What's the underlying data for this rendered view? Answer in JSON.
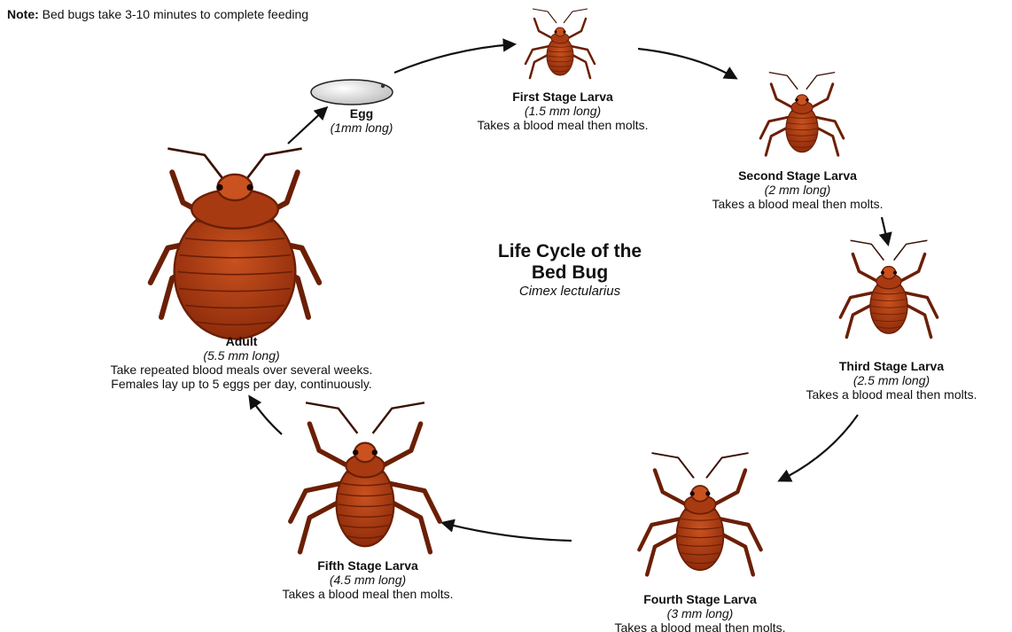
{
  "note": {
    "label": "Note:",
    "text": "Bed bugs take 3-10 minutes to complete feeding"
  },
  "title": {
    "line1": "Life Cycle of the",
    "line2": "Bed Bug",
    "scientific": "Cimex lectularius"
  },
  "stages": [
    {
      "id": "egg",
      "name": "Egg",
      "size": "(1mm long)",
      "desc": []
    },
    {
      "id": "first",
      "name": "First Stage Larva",
      "size": "(1.5 mm long)",
      "desc": [
        "Takes a blood meal then molts."
      ]
    },
    {
      "id": "second",
      "name": "Second Stage Larva",
      "size": "(2 mm long)",
      "desc": [
        "Takes a blood meal then molts."
      ]
    },
    {
      "id": "third",
      "name": "Third Stage Larva",
      "size": "(2.5 mm long)",
      "desc": [
        "Takes a blood meal then molts."
      ]
    },
    {
      "id": "fourth",
      "name": "Fourth Stage Larva",
      "size": "(3 mm long)",
      "desc": [
        "Takes a blood meal then molts."
      ]
    },
    {
      "id": "fifth",
      "name": "Fifth Stage Larva",
      "size": "(4.5 mm long)",
      "desc": [
        "Takes a blood meal then molts."
      ]
    },
    {
      "id": "adult",
      "name": "Adult",
      "size": "(5.5 mm long)",
      "desc": [
        "Take repeated blood meals over several weeks.",
        "Females lay up to 5 eggs per day, continuously."
      ]
    }
  ],
  "colors": {
    "bug_body": "#a83a12",
    "bug_dark": "#6b1f05",
    "bug_light": "#c9521f",
    "egg": "#eeeeee",
    "arrow": "#111111"
  }
}
